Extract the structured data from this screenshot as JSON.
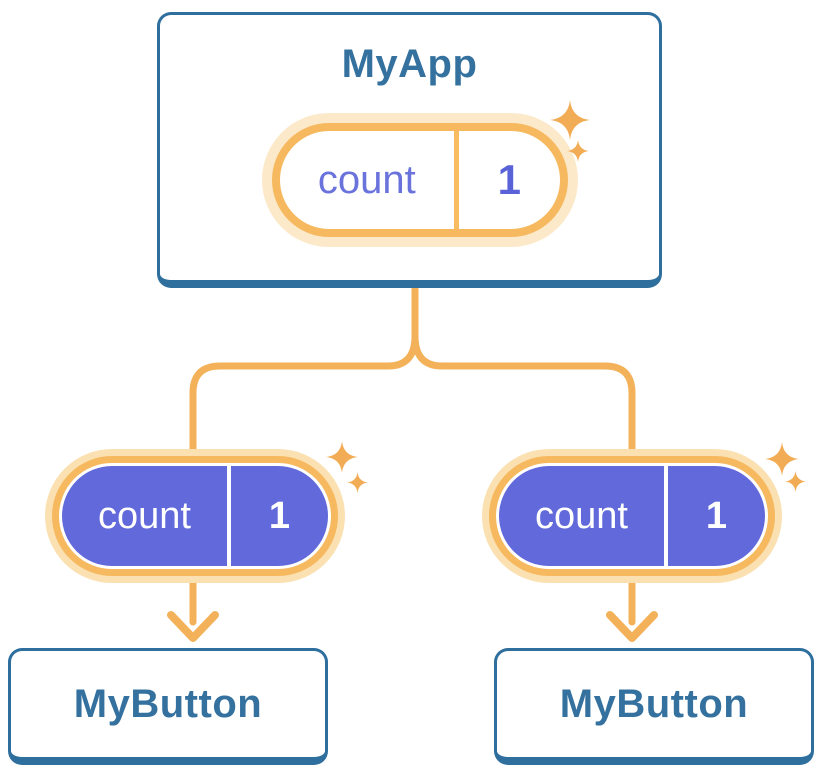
{
  "tree": {
    "root": {
      "title": "MyApp",
      "state": {
        "label": "count",
        "value": "1"
      }
    },
    "children": [
      {
        "title": "MyButton",
        "state": {
          "label": "count",
          "value": "1"
        }
      },
      {
        "title": "MyButton",
        "state": {
          "label": "count",
          "value": "1"
        }
      }
    ]
  },
  "icons": {
    "sparkle_glyph": "✦"
  },
  "colors": {
    "card_border_blue": "#2E6F9E",
    "heading_blue": "#35719E",
    "connector_orange": "#F3B159",
    "ring_orange": "#F6B95F",
    "halo_cream_top": "#FCE9CA",
    "halo_cream_bottom": "#FBE1B2",
    "state_purple": "#6269DB",
    "state_label_purple": "#6A73DB",
    "state_value_purple": "#5A62D8",
    "sparkle_orange": "#F2AC55"
  }
}
